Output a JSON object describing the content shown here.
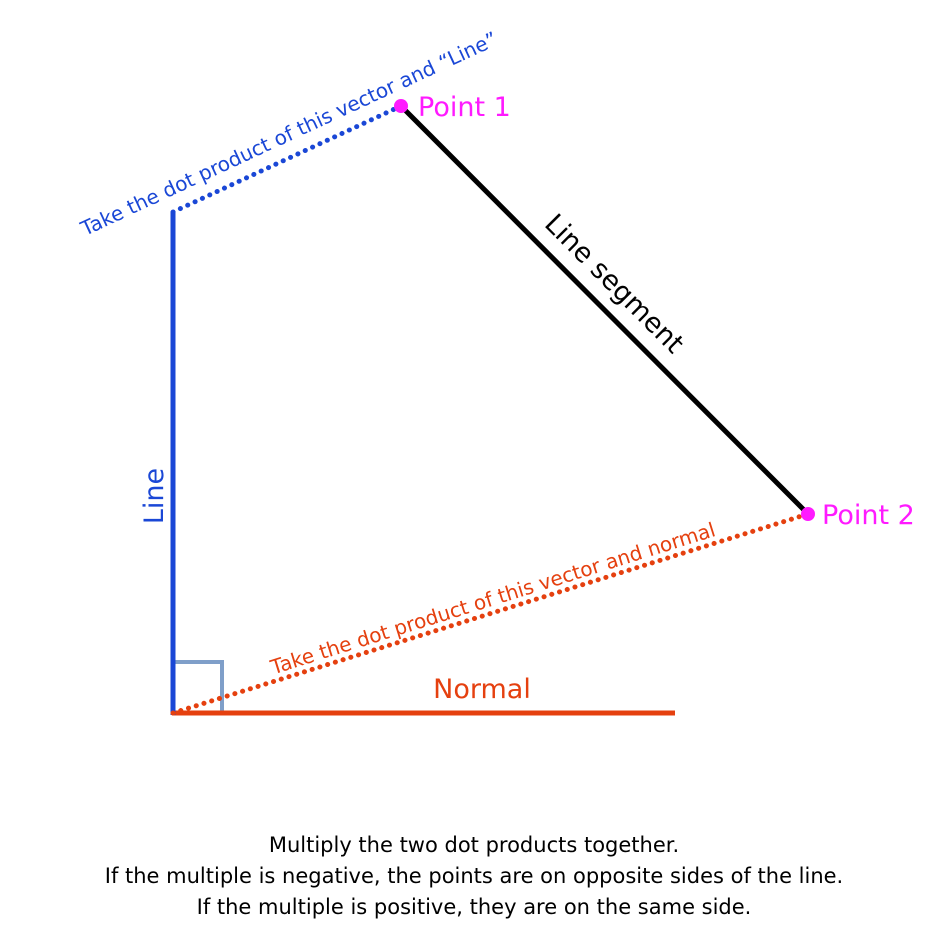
{
  "colors": {
    "line": "#1a47d6",
    "normal": "#e5400f",
    "segment": "#000000",
    "point": "#ff1aff",
    "right_angle": "#7f9fc9",
    "caption": "#000000"
  },
  "labels": {
    "point1": "Point 1",
    "point2": "Point 2",
    "line": "Line",
    "normal": "Normal",
    "segment": "Line segment",
    "dot_line": "Take the dot product of this vector and “Line”",
    "dot_normal": "Take the dot product of this vector and normal"
  },
  "caption": [
    "Multiply the two dot products together.",
    "If the multiple is negative, the points are on opposite sides of the line.",
    "If the multiple is positive, they are on the same side."
  ]
}
